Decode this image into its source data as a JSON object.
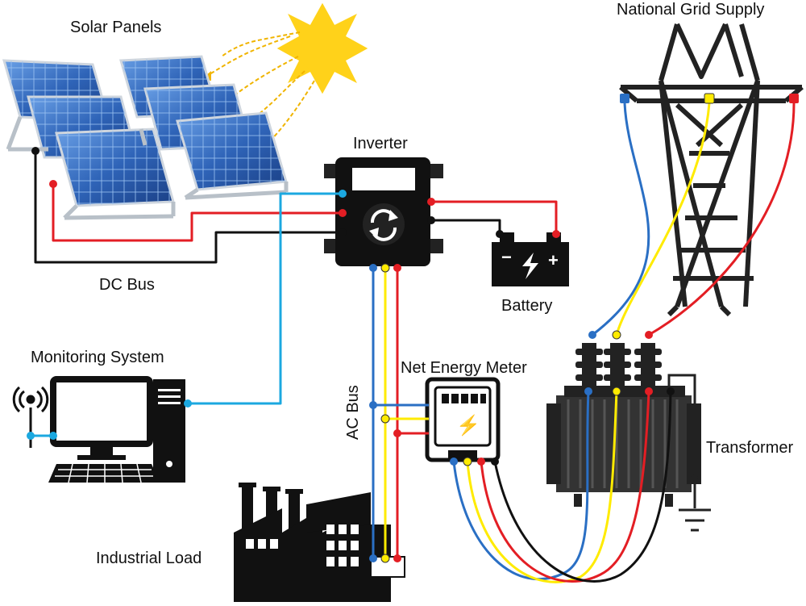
{
  "labels": {
    "solar_panels": "Solar Panels",
    "national_grid": "National Grid Supply",
    "inverter": "Inverter",
    "dc_bus": "DC Bus",
    "battery": "Battery",
    "monitoring": "Monitoring System",
    "net_meter": "Net Energy Meter",
    "ac_bus": "AC Bus",
    "transformer": "Transformer",
    "industrial_load": "Industrial Load"
  },
  "battery_symbols": {
    "minus": "−",
    "plus": "+"
  },
  "meter_symbol": "⚡",
  "colors": {
    "red": "#e31e24",
    "black": "#111111",
    "blue": "#2a6fc4",
    "light_blue": "#1ba8e0",
    "yellow": "#ffeb00",
    "sun": "#ffd21a",
    "panel": "#3b6fc0",
    "panel_dark": "#1d4a93",
    "device": "#111111"
  }
}
